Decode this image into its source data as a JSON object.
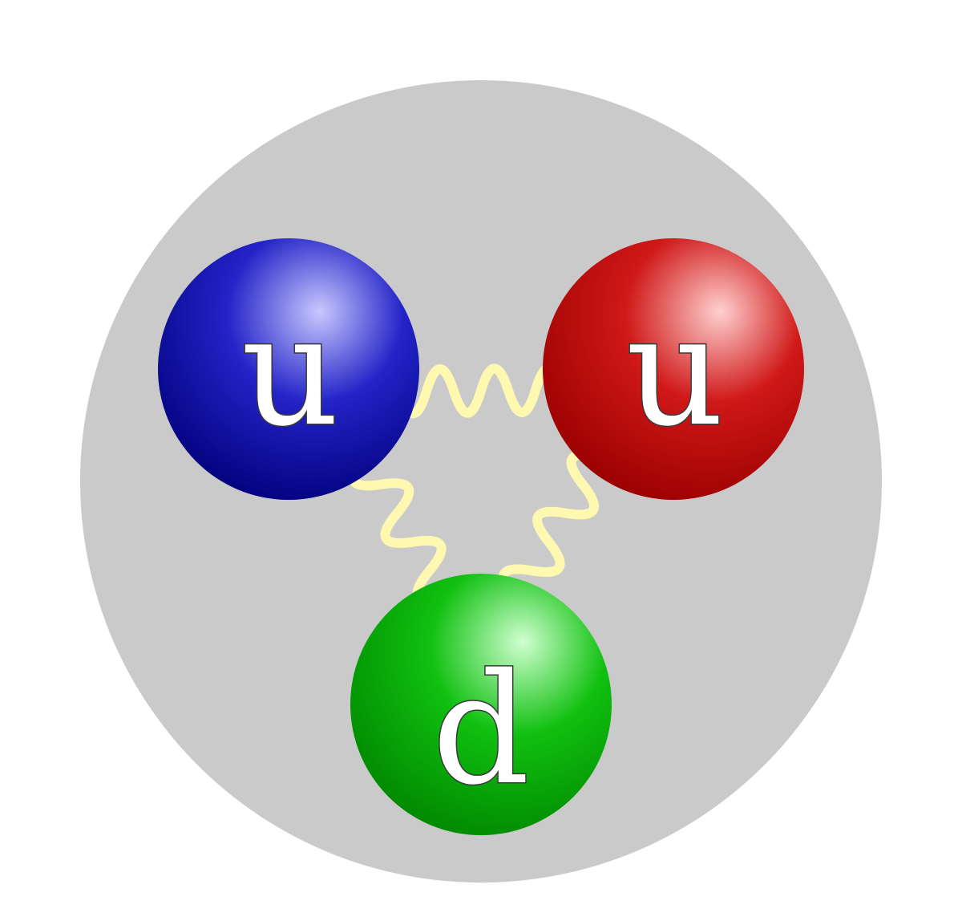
{
  "colors": {
    "background": "#ffffff",
    "hadron": "#cacaca",
    "gluon": "#fff8b0",
    "label_fill": "#ffffff",
    "label_stroke": "#3a3a3a"
  },
  "quarks": [
    {
      "label": "u",
      "color": "#2323c8",
      "highlight": "#c8c8ff",
      "dark": "#00007a"
    },
    {
      "label": "u",
      "color": "#d01818",
      "highlight": "#ffd0d0",
      "dark": "#9a0000"
    },
    {
      "label": "d",
      "color": "#10c010",
      "highlight": "#d0ffd0",
      "dark": "#008800"
    }
  ]
}
